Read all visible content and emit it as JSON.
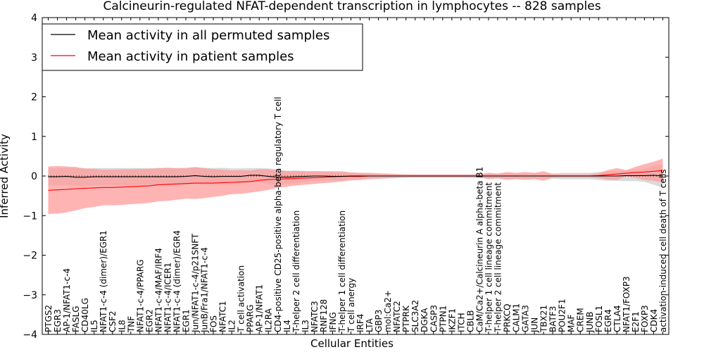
{
  "chart_data": {
    "type": "line",
    "title": "Calcineurin-regulated NFAT-dependent transcription in lymphocytes -- 828 samples",
    "xlabel": "Cellular Entities",
    "ylabel": "Inferred Activity",
    "ylim": [
      -4,
      4
    ],
    "yticks": [
      "4",
      "3",
      "2",
      "1",
      "0",
      "−1",
      "−2",
      "−3",
      "−4"
    ],
    "grid": false,
    "legend_position": "top-left",
    "categories": [
      "PTGS2",
      "EGR3",
      "AP-1/NFAT1-c-4",
      "FASLG",
      "CD40LG",
      "IL5",
      "NFAT1-c-4 (dimer)/EGR1",
      "CSF2",
      "IL8",
      "TNF",
      "NFAT1-c-4/PPARG",
      "EGR2",
      "NFAT1-c-4/MAF/IRF4",
      "NFAT1-c-4/ICER1",
      "NFAT1-c-4 (dimer)/EGR4",
      "EGR1",
      "Jun/NFAT1-c-4/p21SNFT",
      "JunB/Fra1/NFAT1-c-4",
      "FOS",
      "NFATC1",
      "IL2",
      "T cell activation",
      "PPARG",
      "AP-1/NFAT1",
      "IL2RA",
      "CD4-positive CD25-positive alpha-beta regulatory T cell",
      "IL4",
      "T-helper 2 cell differentiation",
      "IL3",
      "NFATC3",
      "RNF128",
      "IFNG",
      "T-helper 1 cell differentiation",
      "T cell anergy",
      "IRF4",
      "LTA",
      "GBP3",
      "mol:Ca2+",
      "NFATC2",
      "PTPRK",
      "SLC3A2",
      "DGKA",
      "CASP3",
      "PTPN1",
      "IKZF1",
      "ITCH",
      "CBLB",
      "CaM/Ca2+/Calcineurin A alpha-beta B1",
      "T-helper 1 cell lineage commitment",
      "T-helper 2 cell lineage commitment",
      "PRKCQ",
      "CALM1",
      "GATA3",
      "JUN",
      "TBX21",
      "BATF3",
      "POU2F1",
      "MAF",
      "CREM",
      "JUNB",
      "FOSL1",
      "EGR4",
      "CTLA4",
      "NFAT1/FOXP3",
      "E2F1",
      "FOXP3",
      "CDK4",
      "activation-induced cell death of T cells"
    ],
    "series": [
      {
        "name": "Mean activity in all permuted samples",
        "color": "#000000",
        "band_color": "#bbbbbb",
        "values": [
          -0.02,
          -0.02,
          -0.01,
          -0.03,
          -0.03,
          -0.02,
          -0.02,
          -0.02,
          -0.02,
          -0.02,
          -0.02,
          -0.02,
          -0.02,
          -0.02,
          -0.02,
          -0.01,
          0.01,
          -0.01,
          -0.02,
          -0.01,
          -0.01,
          -0.01,
          0.02,
          0.02,
          -0.01,
          -0.03,
          -0.03,
          -0.02,
          -0.01,
          0.0,
          0.0,
          -0.01,
          -0.01,
          0.0,
          0.0,
          0.0,
          0.0,
          0.0,
          0.0,
          0.0,
          0.0,
          0.0,
          0.0,
          0.0,
          0.0,
          0.0,
          0.0,
          0.0,
          0.0,
          0.0,
          0.0,
          0.0,
          0.0,
          0.0,
          0.0,
          0.0,
          0.0,
          0.0,
          0.0,
          0.0,
          0.0,
          0.0,
          0.0,
          0.01,
          0.01,
          0.01,
          0.02,
          0.0
        ],
        "band": [
          0.22,
          0.22,
          0.22,
          0.22,
          0.22,
          0.22,
          0.22,
          0.22,
          0.22,
          0.22,
          0.22,
          0.22,
          0.22,
          0.22,
          0.22,
          0.22,
          0.22,
          0.22,
          0.22,
          0.22,
          0.2,
          0.2,
          0.18,
          0.18,
          0.2,
          0.2,
          0.16,
          0.16,
          0.14,
          0.12,
          0.12,
          0.1,
          0.1,
          0.08,
          0.08,
          0.06,
          0.05,
          0.05,
          0.05,
          0.04,
          0.04,
          0.04,
          0.04,
          0.04,
          0.04,
          0.04,
          0.04,
          0.04,
          0.06,
          0.06,
          0.06,
          0.06,
          0.06,
          0.06,
          0.06,
          0.06,
          0.08,
          0.08,
          0.08,
          0.08,
          0.1,
          0.12,
          0.12,
          0.14,
          0.14,
          0.16,
          0.24,
          0.3
        ]
      },
      {
        "name": "Mean activity in patient samples",
        "color": "#ff0000",
        "band_color": "#ff9b9b",
        "values": [
          -0.36,
          -0.35,
          -0.34,
          -0.32,
          -0.31,
          -0.3,
          -0.29,
          -0.29,
          -0.28,
          -0.27,
          -0.26,
          -0.25,
          -0.22,
          -0.21,
          -0.2,
          -0.19,
          -0.18,
          -0.18,
          -0.18,
          -0.17,
          -0.16,
          -0.15,
          -0.14,
          -0.11,
          -0.09,
          -0.08,
          -0.07,
          -0.06,
          -0.05,
          -0.04,
          -0.03,
          -0.02,
          -0.01,
          -0.01,
          -0.01,
          0.0,
          0.0,
          0.0,
          0.0,
          0.0,
          0.0,
          0.0,
          0.0,
          0.0,
          0.0,
          0.0,
          0.0,
          0.0,
          0.0,
          0.0,
          0.0,
          0.0,
          0.0,
          0.0,
          0.0,
          0.0,
          0.0,
          0.0,
          0.0,
          0.0,
          0.01,
          0.03,
          0.05,
          0.07,
          0.09,
          0.1,
          0.12,
          0.14
        ],
        "band": [
          0.6,
          0.6,
          0.58,
          0.55,
          0.5,
          0.48,
          0.45,
          0.45,
          0.45,
          0.44,
          0.44,
          0.43,
          0.42,
          0.42,
          0.4,
          0.38,
          0.4,
          0.38,
          0.35,
          0.33,
          0.3,
          0.3,
          0.28,
          0.28,
          0.26,
          0.22,
          0.2,
          0.18,
          0.17,
          0.16,
          0.15,
          0.14,
          0.13,
          0.1,
          0.09,
          0.08,
          0.07,
          0.06,
          0.05,
          0.04,
          0.04,
          0.04,
          0.04,
          0.04,
          0.04,
          0.04,
          0.04,
          0.04,
          0.08,
          0.06,
          0.1,
          0.08,
          0.1,
          0.08,
          0.12,
          0.05,
          0.04,
          0.04,
          0.04,
          0.04,
          0.06,
          0.12,
          0.15,
          0.08,
          0.14,
          0.2,
          0.24,
          0.3
        ]
      }
    ],
    "baseline": 0
  }
}
